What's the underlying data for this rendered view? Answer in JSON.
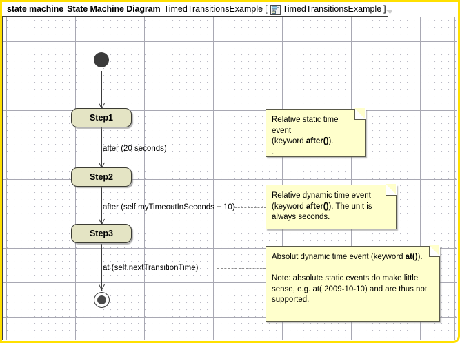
{
  "frame": {
    "keyword": "state machine",
    "diagram_type": "State Machine Diagram",
    "diagram_name": "TimedTransitionsExample",
    "bracket_open": "[",
    "icon": "state-machine-icon",
    "inner_name": "TimedTransitionsExample",
    "bracket_close": "]",
    "border_color": "#ffe000",
    "background": "#ffffff"
  },
  "nodes": {
    "initial": {
      "name": "initial-state",
      "label": ""
    },
    "step1": {
      "label": "Step1"
    },
    "step2": {
      "label": "Step2"
    },
    "step3": {
      "label": "Step3"
    },
    "final": {
      "name": "final-state",
      "label": ""
    }
  },
  "transitions": [
    {
      "id": "t1",
      "from": "initial",
      "to": "step1",
      "label": ""
    },
    {
      "id": "t2",
      "from": "step1",
      "to": "step2",
      "label": "after (20 seconds)"
    },
    {
      "id": "t3",
      "from": "step2",
      "to": "step3",
      "label": "after (self.myTimeoutInSeconds + 10)"
    },
    {
      "id": "t4",
      "from": "step3",
      "to": "final",
      "label": "at (self.nextTransitionTime)"
    }
  ],
  "notes": [
    {
      "id": "note1",
      "lines": [
        {
          "text_before": "Relative static time event",
          "bold": "",
          "text_after": ""
        },
        {
          "text_before": "(keyword ",
          "bold": "after()",
          "text_after": ")."
        },
        {
          "text_before": ".",
          "bold": "",
          "text_after": ""
        }
      ]
    },
    {
      "id": "note2",
      "lines": [
        {
          "text_before": "Relative dynamic time event",
          "bold": "",
          "text_after": ""
        },
        {
          "text_before": "(keyword ",
          "bold": "after()",
          "text_after": "). The unit is"
        },
        {
          "text_before": "always seconds.",
          "bold": "",
          "text_after": ""
        }
      ]
    },
    {
      "id": "note3",
      "lines": [
        {
          "text_before": "Absolut dynamic time event (keyword ",
          "bold": "at()",
          "text_after": ")."
        },
        {
          "text_before": "",
          "bold": "",
          "text_after": ""
        },
        {
          "text_before": "Note: absolute static events do make little",
          "bold": "",
          "text_after": ""
        },
        {
          "text_before": "sense, e.g. at( 2009-10-10) and are thus not",
          "bold": "",
          "text_after": ""
        },
        {
          "text_before": "supported.",
          "bold": "",
          "text_after": ""
        }
      ]
    }
  ],
  "colors": {
    "state_fill": "#e4e4c4",
    "note_fill": "#ffffcc",
    "node_fill": "#3b3b3b",
    "grid_dot": "#b9b9c4"
  }
}
